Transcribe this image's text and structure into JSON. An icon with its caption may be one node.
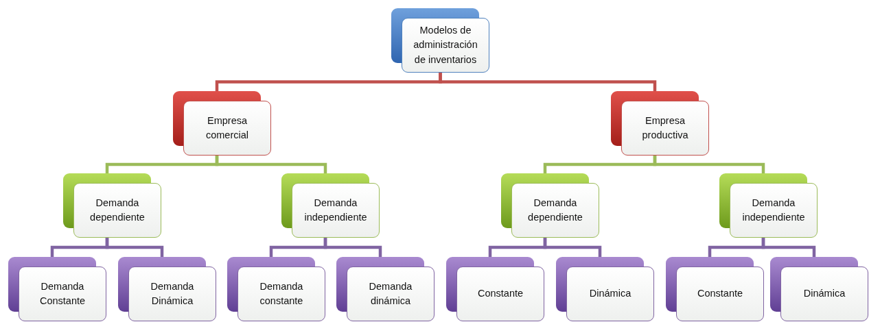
{
  "diagram": {
    "nodes": [
      {
        "text": [
          "Modelos de administración de inventarios"
        ]
      },
      {
        "text": [
          "Empresa comercial"
        ]
      },
      {
        "text": [
          "Empresa productiva"
        ]
      },
      {
        "text": [
          "Demanda dependiente"
        ]
      },
      {
        "text": [
          "Demanda independiente"
        ]
      },
      {
        "text": [
          "Demanda dependiente"
        ]
      },
      {
        "text": [
          "Demanda independiente"
        ]
      },
      {
        "text": [
          "Demanda Constante"
        ]
      },
      {
        "text": [
          "Demanda Dinámica"
        ]
      },
      {
        "text": [
          "Demanda constante"
        ]
      },
      {
        "text": [
          "Demanda dinámica"
        ]
      },
      {
        "text": [
          "Constante"
        ]
      },
      {
        "text": [
          "Dinámica"
        ]
      },
      {
        "text": [
          "Constante"
        ]
      },
      {
        "text": [
          "Dinámica"
        ]
      }
    ],
    "edges": [
      {
        "from": 0,
        "to": 1,
        "arrow": "none",
        "color": "#c0504d"
      },
      {
        "from": 0,
        "to": 2,
        "arrow": "none",
        "color": "#c0504d"
      },
      {
        "from": 1,
        "to": 3,
        "arrow": "none",
        "color": "#9bbb59"
      },
      {
        "from": 1,
        "to": 4,
        "arrow": "none",
        "color": "#9bbb59"
      },
      {
        "from": 2,
        "to": 5,
        "arrow": "none",
        "color": "#9bbb59"
      },
      {
        "from": 2,
        "to": 6,
        "arrow": "none",
        "color": "#9bbb59"
      },
      {
        "from": 3,
        "to": 7,
        "arrow": "none"
      },
      {
        "from": 3,
        "to": 8,
        "arrow": "none"
      },
      {
        "from": 4,
        "to": 9,
        "arrow": "none"
      },
      {
        "from": 4,
        "to": 10,
        "arrow": "none"
      },
      {
        "from": 5,
        "to": 11,
        "arrow": "none"
      },
      {
        "from": 5,
        "to": 12,
        "arrow": "none"
      },
      {
        "from": 6,
        "to": 13,
        "arrow": "none"
      },
      {
        "from": 6,
        "to": 14,
        "arrow": "none"
      }
    ]
  }
}
